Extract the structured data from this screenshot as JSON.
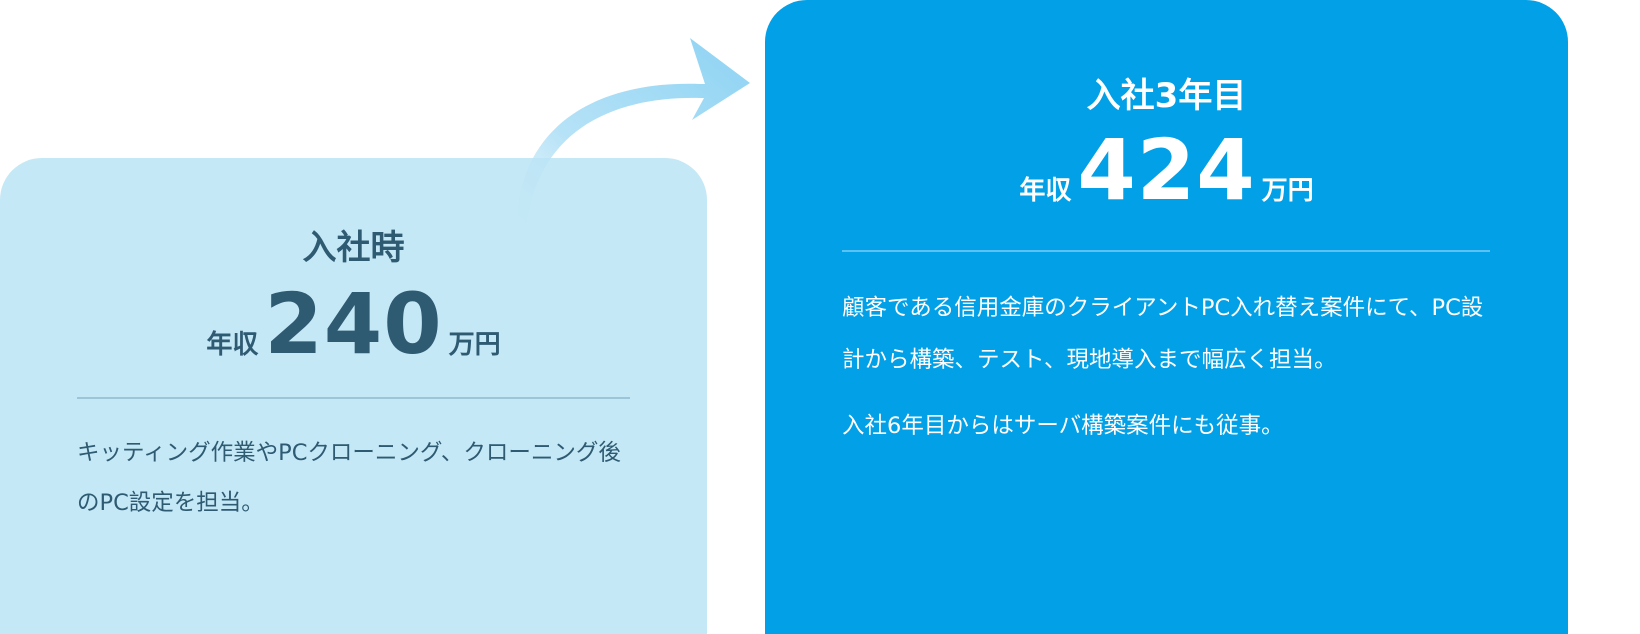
{
  "start": {
    "title": "入社時",
    "salary_prefix": "年収",
    "salary_value": "240",
    "salary_unit": "万円",
    "description": [
      "キッティング作業やPCクローニング、クローニング後のPC設定を担当。"
    ]
  },
  "year3": {
    "title": "入社3年目",
    "salary_prefix": "年収",
    "salary_value": "424",
    "salary_unit": "万円",
    "description": [
      "顧客である信用金庫のクライアントPC入れ替え案件にて、PC設計から構築、テスト、現地導入まで幅広く担当。",
      "入社6年目からはサーバ構築案件にも従事。"
    ]
  },
  "colors": {
    "light_card": "#c4e8f5",
    "dark_card": "#02a0e6",
    "text_dark": "#2e5a72"
  }
}
